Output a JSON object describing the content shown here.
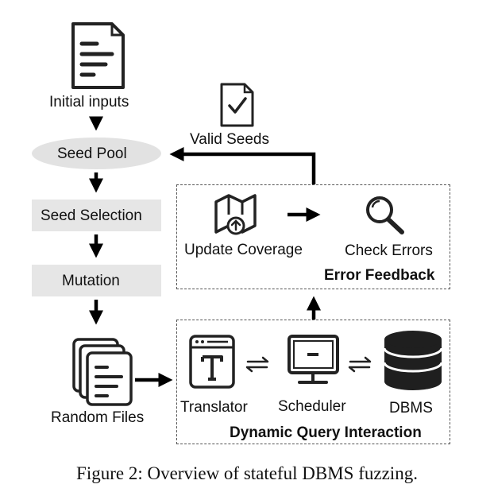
{
  "nodes": {
    "initial_inputs": "Initial inputs",
    "seed_pool": "Seed Pool",
    "seed_selection": "Seed Selection",
    "mutation": "Mutation",
    "random_files": "Random Files",
    "valid_seeds": "Valid Seeds",
    "update_coverage": "Update Coverage",
    "check_errors": "Check Errors",
    "translator": "Translator",
    "scheduler": "Scheduler",
    "dbms": "DBMS"
  },
  "groups": {
    "error_feedback": "Error Feedback",
    "dynamic_query_interaction": "Dynamic Query Interaction"
  },
  "caption": "Figure 2: Overview of stateful DBMS fuzzing."
}
